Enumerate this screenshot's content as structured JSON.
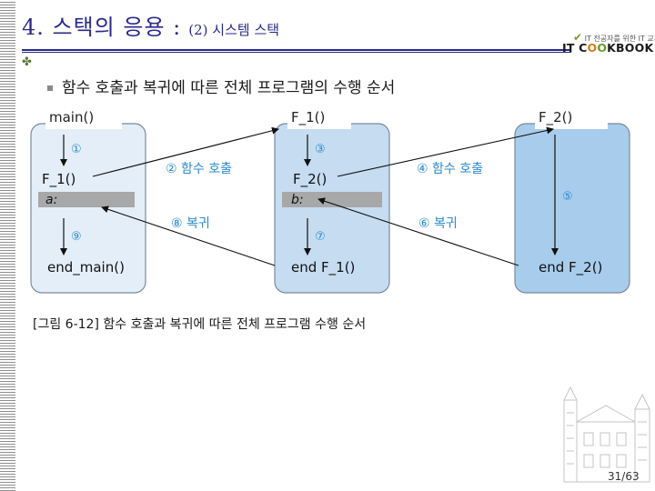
{
  "slide": {
    "title_main": "4. 스택의 응용 :",
    "title_sub": "(2) 시스템 스택",
    "bullet": "함수 호출과 복귀에 따른 전체 프로그램의 수행 순서",
    "caption": "[그림 6-12] 함수 호출과 복귀에 따른 전체 프로그램 수행 순서",
    "page": "31/63"
  },
  "logo": {
    "tagline": "IT 전공자를 위한 IT 교과서",
    "brand_prefix": "IT C",
    "brand_o1": "O",
    "brand_o2": "O",
    "brand_suffix": "KBOOK"
  },
  "diagram": {
    "boxes": [
      {
        "name": "main()",
        "call": "F_1()",
        "var": "a:",
        "end": "end_main()"
      },
      {
        "name": "F_1()",
        "call": "F_2()",
        "var": "b:",
        "end": "end F_1()"
      },
      {
        "name": "F_2()",
        "end": "end F_2()"
      }
    ],
    "steps": [
      "①",
      "② 함수 호출",
      "③",
      "④ 함수 호출",
      "⑤",
      "⑥ 복귀",
      "⑦",
      "⑧ 복귀",
      "⑨"
    ]
  },
  "colors": {
    "title": "#2a2a8a",
    "box1_fill": "#e3eef9",
    "box2_fill": "#c5dcf1",
    "box3_fill": "#a8ccec",
    "step_label": "#2b8ad0"
  }
}
